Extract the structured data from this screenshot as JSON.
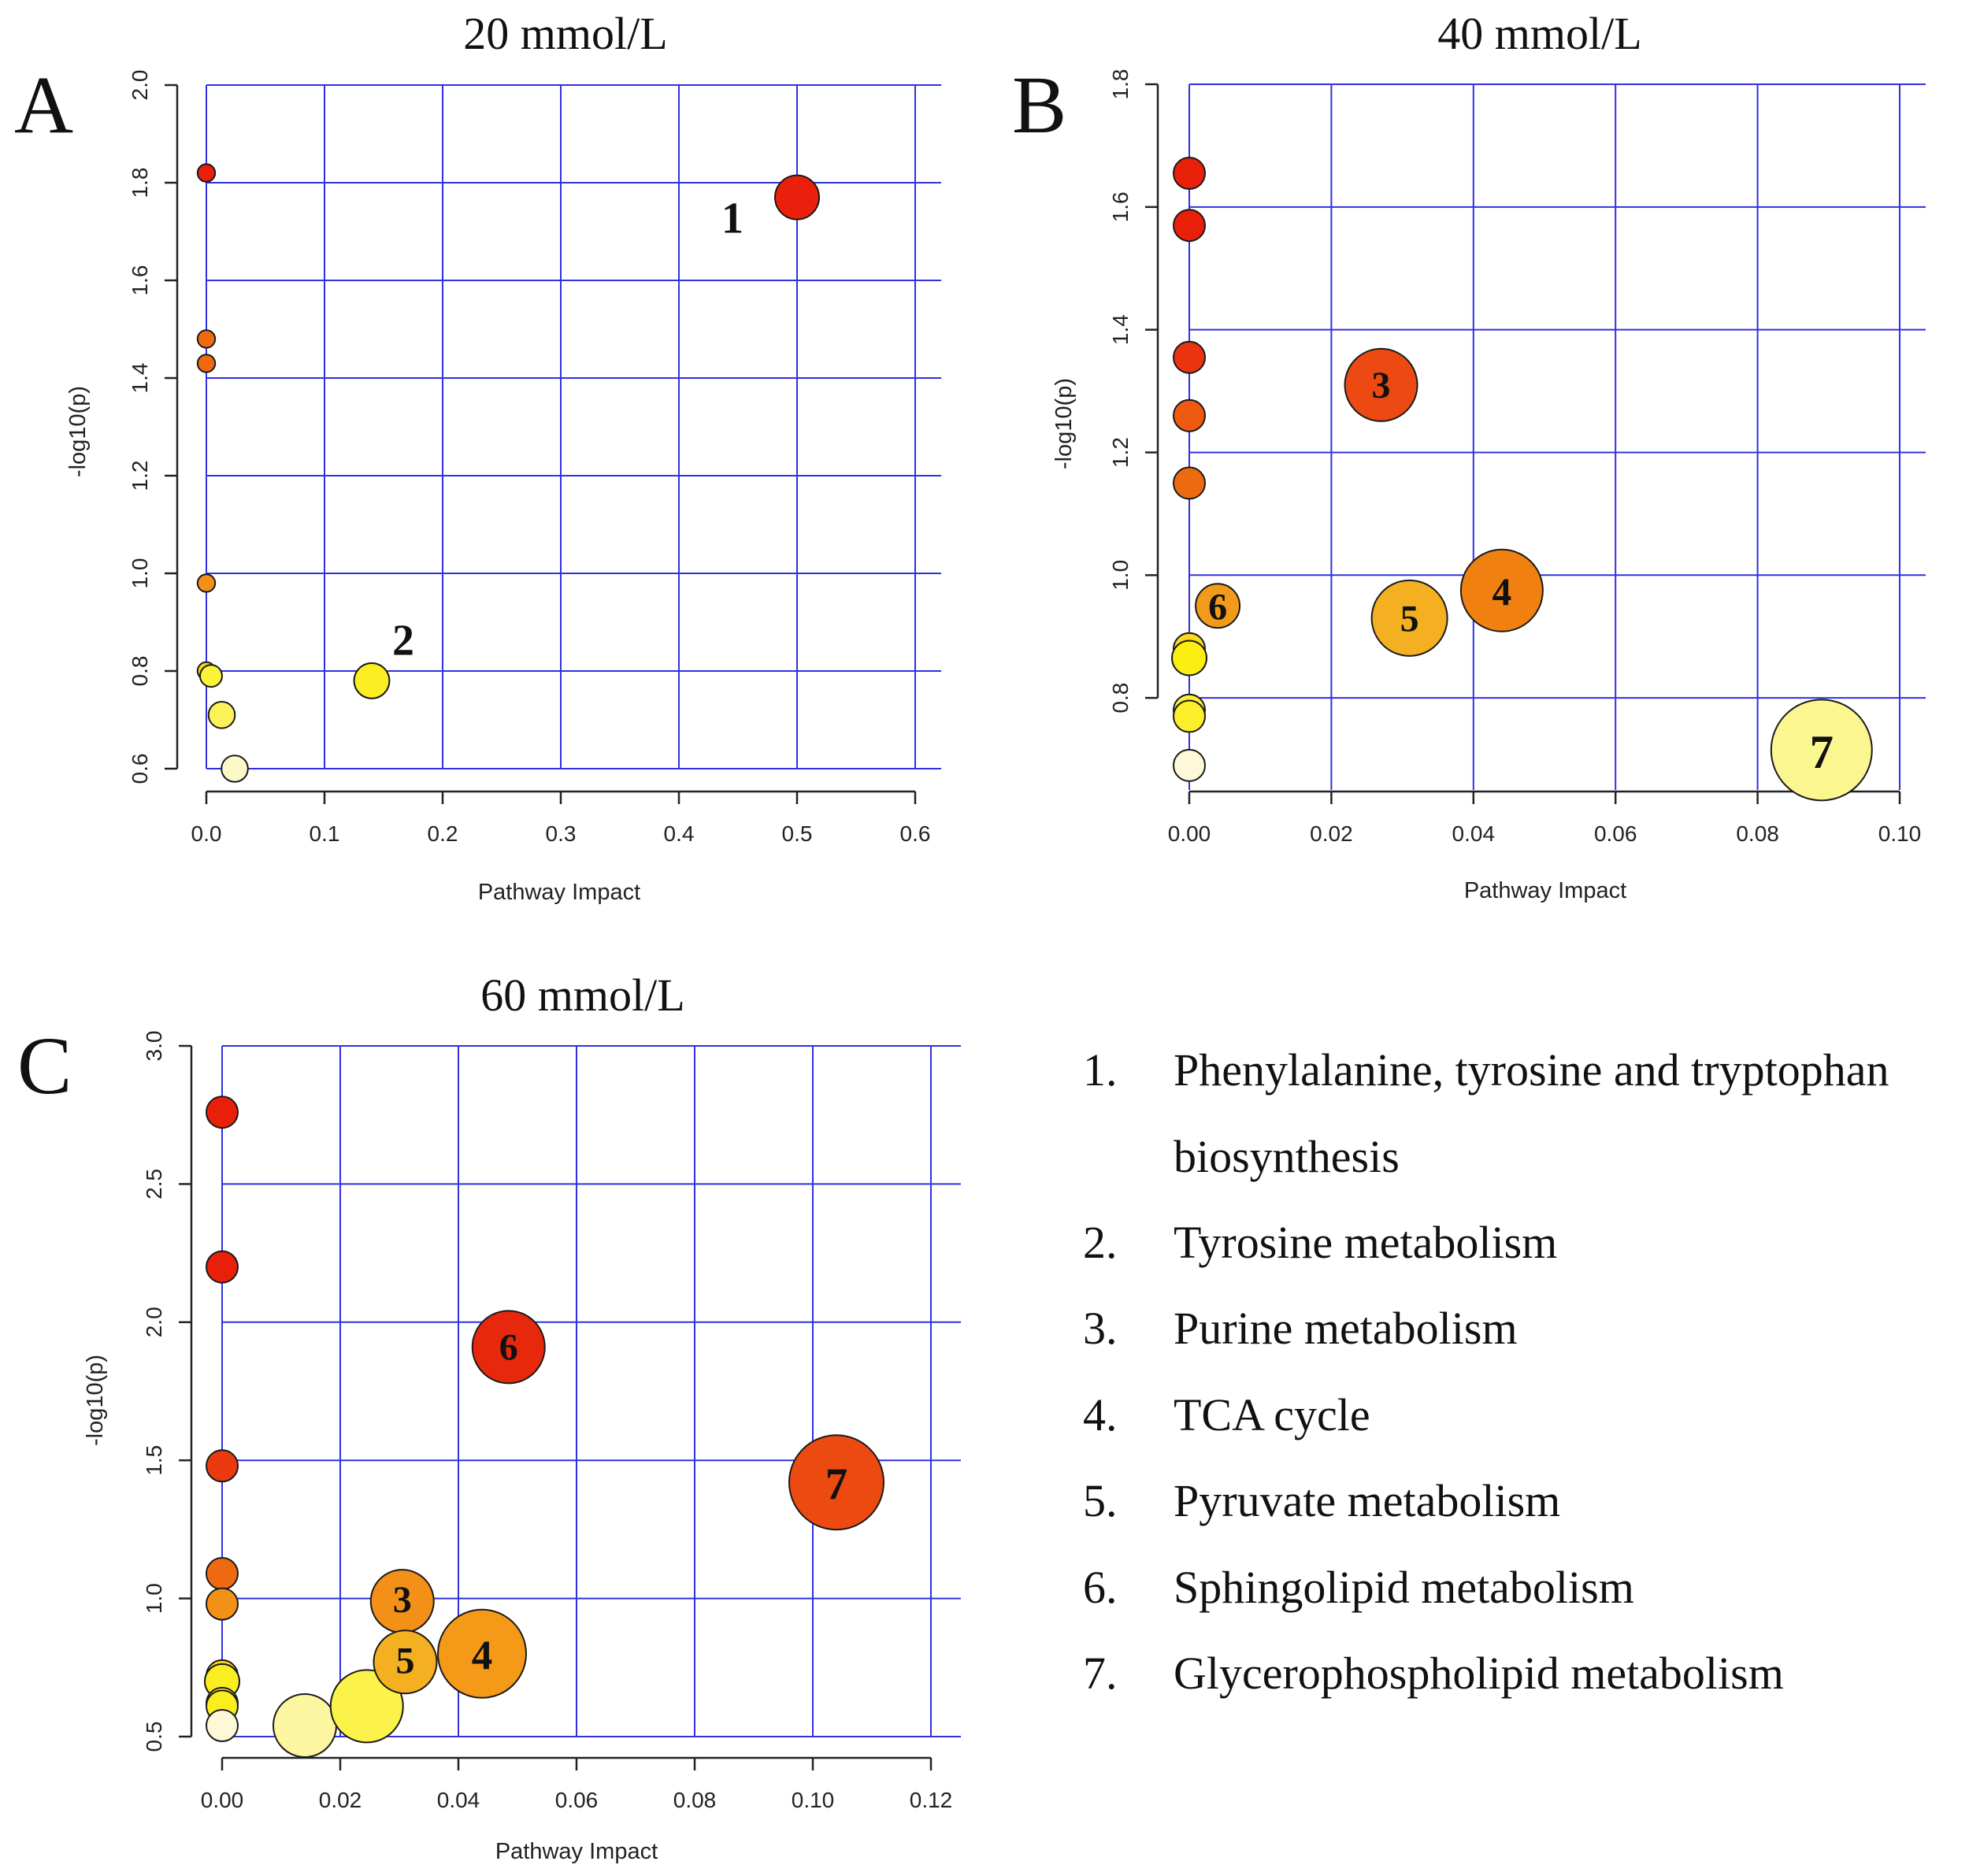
{
  "figure": {
    "panels": [
      {
        "letter": "A"
      },
      {
        "letter": "B"
      },
      {
        "letter": "C"
      }
    ]
  },
  "legend": {
    "items": [
      {
        "num": "1.",
        "text": "Phenylalanine, tyrosine and tryptophan",
        "text2": "biosynthesis"
      },
      {
        "num": "2.",
        "text": "Tyrosine metabolism"
      },
      {
        "num": "3.",
        "text": "Purine metabolism"
      },
      {
        "num": "4.",
        "text": "TCA cycle"
      },
      {
        "num": "5.",
        "text": "Pyruvate metabolism"
      },
      {
        "num": "6.",
        "text": "Sphingolipid metabolism"
      },
      {
        "num": "7.",
        "text": "Glycerophospholipid metabolism"
      }
    ]
  },
  "chart_data": [
    {
      "type": "scatter",
      "title": "20 mmol/L",
      "xlabel": "Pathway Impact",
      "ylabel": "-log10(p)",
      "xlim": [
        0,
        0.6
      ],
      "ylim": [
        0.6,
        2.0
      ],
      "xticks": [
        "0.0",
        "0.1",
        "0.2",
        "0.3",
        "0.4",
        "0.5",
        "0.6"
      ],
      "yticks": [
        "0.6",
        "0.8",
        "1.0",
        "1.2",
        "1.4",
        "1.6",
        "1.8",
        "2.0"
      ],
      "grid": true,
      "points": [
        {
          "x": 0.0,
          "y": 1.82,
          "r": 0.4,
          "color": "#e8200a",
          "label": ""
        },
        {
          "x": 0.0,
          "y": 1.48,
          "r": 0.4,
          "color": "#ee6a10",
          "label": ""
        },
        {
          "x": 0.0,
          "y": 1.43,
          "r": 0.4,
          "color": "#ee6a10",
          "label": ""
        },
        {
          "x": 0.0,
          "y": 0.98,
          "r": 0.4,
          "color": "#f29018",
          "label": ""
        },
        {
          "x": 0.0,
          "y": 0.8,
          "r": 0.4,
          "color": "#f4d81c",
          "label": ""
        },
        {
          "x": 0.004,
          "y": 0.79,
          "r": 0.5,
          "color": "#fbf23a",
          "label": ""
        },
        {
          "x": 0.013,
          "y": 0.71,
          "r": 0.6,
          "color": "#fbf25a",
          "label": ""
        },
        {
          "x": 0.024,
          "y": 0.6,
          "r": 0.6,
          "color": "#fcf8c8",
          "label": ""
        },
        {
          "x": 0.14,
          "y": 0.78,
          "r": 0.8,
          "color": "#fbee22",
          "label": "2"
        },
        {
          "x": 0.5,
          "y": 1.77,
          "r": 1.0,
          "color": "#ea1f0c",
          "label": "1"
        }
      ]
    },
    {
      "type": "scatter",
      "title": "40 mmol/L",
      "xlabel": "Pathway Impact",
      "ylabel": "-log10(p)",
      "xlim": [
        0,
        0.1
      ],
      "ylim": [
        0.65,
        1.8
      ],
      "xticks": [
        "0.00",
        "0.02",
        "0.04",
        "0.06",
        "0.08",
        "0.10"
      ],
      "yticks": [
        "0.8",
        "1.0",
        "1.2",
        "1.4",
        "1.6",
        "1.8"
      ],
      "grid": true,
      "points": [
        {
          "x": 0.0,
          "y": 1.655,
          "r": 0.5,
          "color": "#e8200a",
          "label": ""
        },
        {
          "x": 0.0,
          "y": 1.57,
          "r": 0.5,
          "color": "#e8200a",
          "label": ""
        },
        {
          "x": 0.0,
          "y": 1.355,
          "r": 0.5,
          "color": "#ea3310",
          "label": ""
        },
        {
          "x": 0.0,
          "y": 1.26,
          "r": 0.5,
          "color": "#ee5a10",
          "label": ""
        },
        {
          "x": 0.0,
          "y": 1.15,
          "r": 0.5,
          "color": "#ee6a10",
          "label": ""
        },
        {
          "x": 0.0,
          "y": 0.88,
          "r": 0.5,
          "color": "#f8d820",
          "label": ""
        },
        {
          "x": 0.0,
          "y": 0.865,
          "r": 0.55,
          "color": "#fbee10",
          "label": ""
        },
        {
          "x": 0.0,
          "y": 0.78,
          "r": 0.5,
          "color": "#fbee3a",
          "label": ""
        },
        {
          "x": 0.0,
          "y": 0.77,
          "r": 0.5,
          "color": "#fbee2a",
          "label": ""
        },
        {
          "x": 0.0,
          "y": 0.69,
          "r": 0.5,
          "color": "#fcf8d8",
          "label": ""
        },
        {
          "x": 0.004,
          "y": 0.95,
          "r": 0.7,
          "color": "#f29a1a",
          "label": "6"
        },
        {
          "x": 0.027,
          "y": 1.31,
          "r": 1.15,
          "color": "#ec4a12",
          "label": "3"
        },
        {
          "x": 0.031,
          "y": 0.93,
          "r": 1.2,
          "color": "#f4b020",
          "label": "5"
        },
        {
          "x": 0.044,
          "y": 0.975,
          "r": 1.3,
          "color": "#f08010",
          "label": "4"
        },
        {
          "x": 0.089,
          "y": 0.715,
          "r": 1.6,
          "color": "#fcf690",
          "label": "7"
        }
      ]
    },
    {
      "type": "scatter",
      "title": "60 mmol/L",
      "xlabel": "Pathway Impact",
      "ylabel": "-log10(p)",
      "xlim": [
        0,
        0.12
      ],
      "ylim": [
        0.5,
        3.0
      ],
      "xticks": [
        "0.00",
        "0.02",
        "0.04",
        "0.06",
        "0.08",
        "0.10",
        "0.12"
      ],
      "yticks": [
        "0.5",
        "1.0",
        "1.5",
        "2.0",
        "2.5",
        "3.0"
      ],
      "grid": true,
      "points": [
        {
          "x": 0.0,
          "y": 2.76,
          "r": 0.5,
          "color": "#e8200a",
          "label": ""
        },
        {
          "x": 0.0,
          "y": 2.2,
          "r": 0.5,
          "color": "#e8200a",
          "label": ""
        },
        {
          "x": 0.0,
          "y": 1.48,
          "r": 0.5,
          "color": "#ec3a10",
          "label": ""
        },
        {
          "x": 0.0,
          "y": 1.09,
          "r": 0.5,
          "color": "#ee6a10",
          "label": ""
        },
        {
          "x": 0.0,
          "y": 0.98,
          "r": 0.5,
          "color": "#f29018",
          "label": ""
        },
        {
          "x": 0.0,
          "y": 0.72,
          "r": 0.5,
          "color": "#f8d820",
          "label": ""
        },
        {
          "x": 0.0,
          "y": 0.7,
          "r": 0.55,
          "color": "#fbee20",
          "label": ""
        },
        {
          "x": 0.0,
          "y": 0.62,
          "r": 0.5,
          "color": "#fbe830",
          "label": ""
        },
        {
          "x": 0.0,
          "y": 0.61,
          "r": 0.5,
          "color": "#fbee20",
          "label": ""
        },
        {
          "x": 0.0,
          "y": 0.54,
          "r": 0.5,
          "color": "#fcf8d8",
          "label": ""
        },
        {
          "x": 0.014,
          "y": 0.54,
          "r": 1.0,
          "color": "#fcf6a0",
          "label": ""
        },
        {
          "x": 0.0245,
          "y": 0.61,
          "r": 1.15,
          "color": "#fbf24a",
          "label": ""
        },
        {
          "x": 0.0305,
          "y": 0.99,
          "r": 1.0,
          "color": "#f29018",
          "label": "3"
        },
        {
          "x": 0.031,
          "y": 0.77,
          "r": 1.0,
          "color": "#f4b020",
          "label": "5"
        },
        {
          "x": 0.044,
          "y": 0.8,
          "r": 1.4,
          "color": "#f49a18",
          "label": "4"
        },
        {
          "x": 0.0485,
          "y": 1.91,
          "r": 1.15,
          "color": "#e8280c",
          "label": "6"
        },
        {
          "x": 0.104,
          "y": 1.42,
          "r": 1.5,
          "color": "#ec4a10",
          "label": "7"
        }
      ]
    }
  ]
}
